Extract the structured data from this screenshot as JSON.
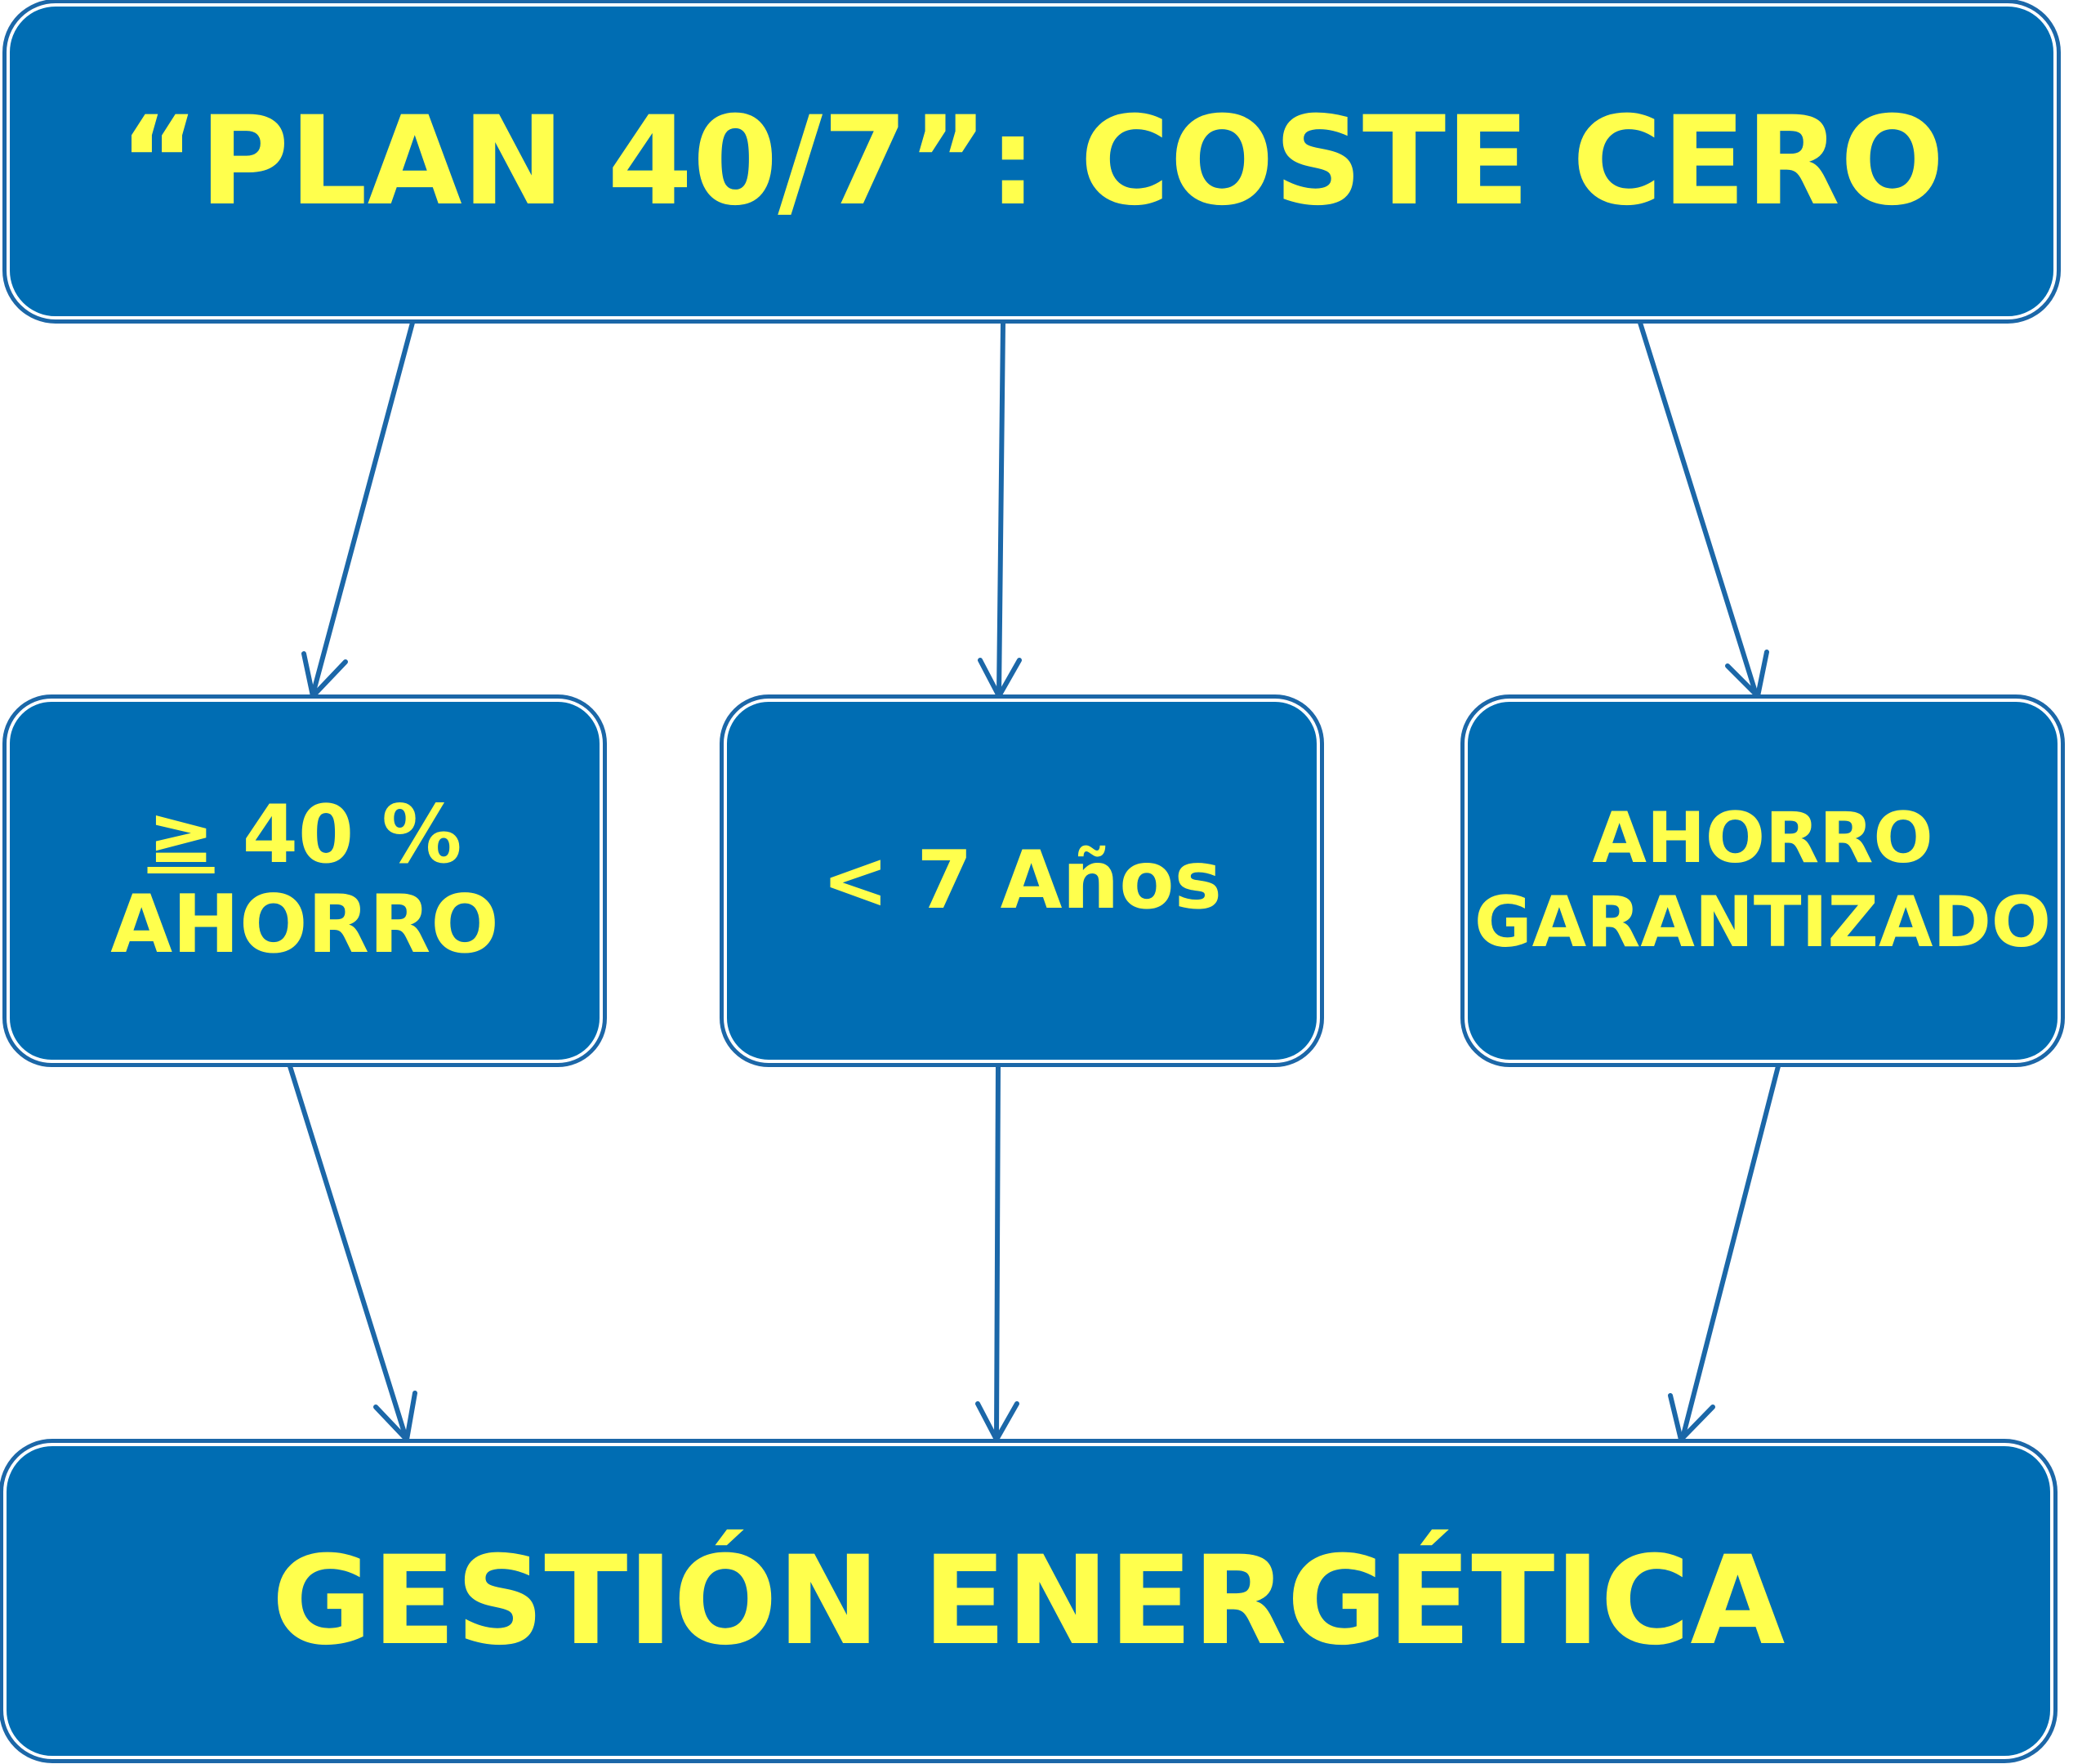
{
  "diagram": {
    "top_box": {
      "text": "“PLAN 40/7”: COSTE CERO"
    },
    "left_box": {
      "symbol": "≥",
      "line1": "40 %",
      "line2": "AHORRO"
    },
    "middle_box": {
      "text": "< 7 Años"
    },
    "right_box": {
      "line1": "AHORRO",
      "line2": "GARANTIZADO"
    },
    "bottom_box": {
      "text": "GESTIÓN ENERGÉTICA"
    },
    "colors": {
      "box_fill": "#006db3",
      "box_text": "#ffff4d",
      "arrow": "#1b67a8"
    }
  }
}
